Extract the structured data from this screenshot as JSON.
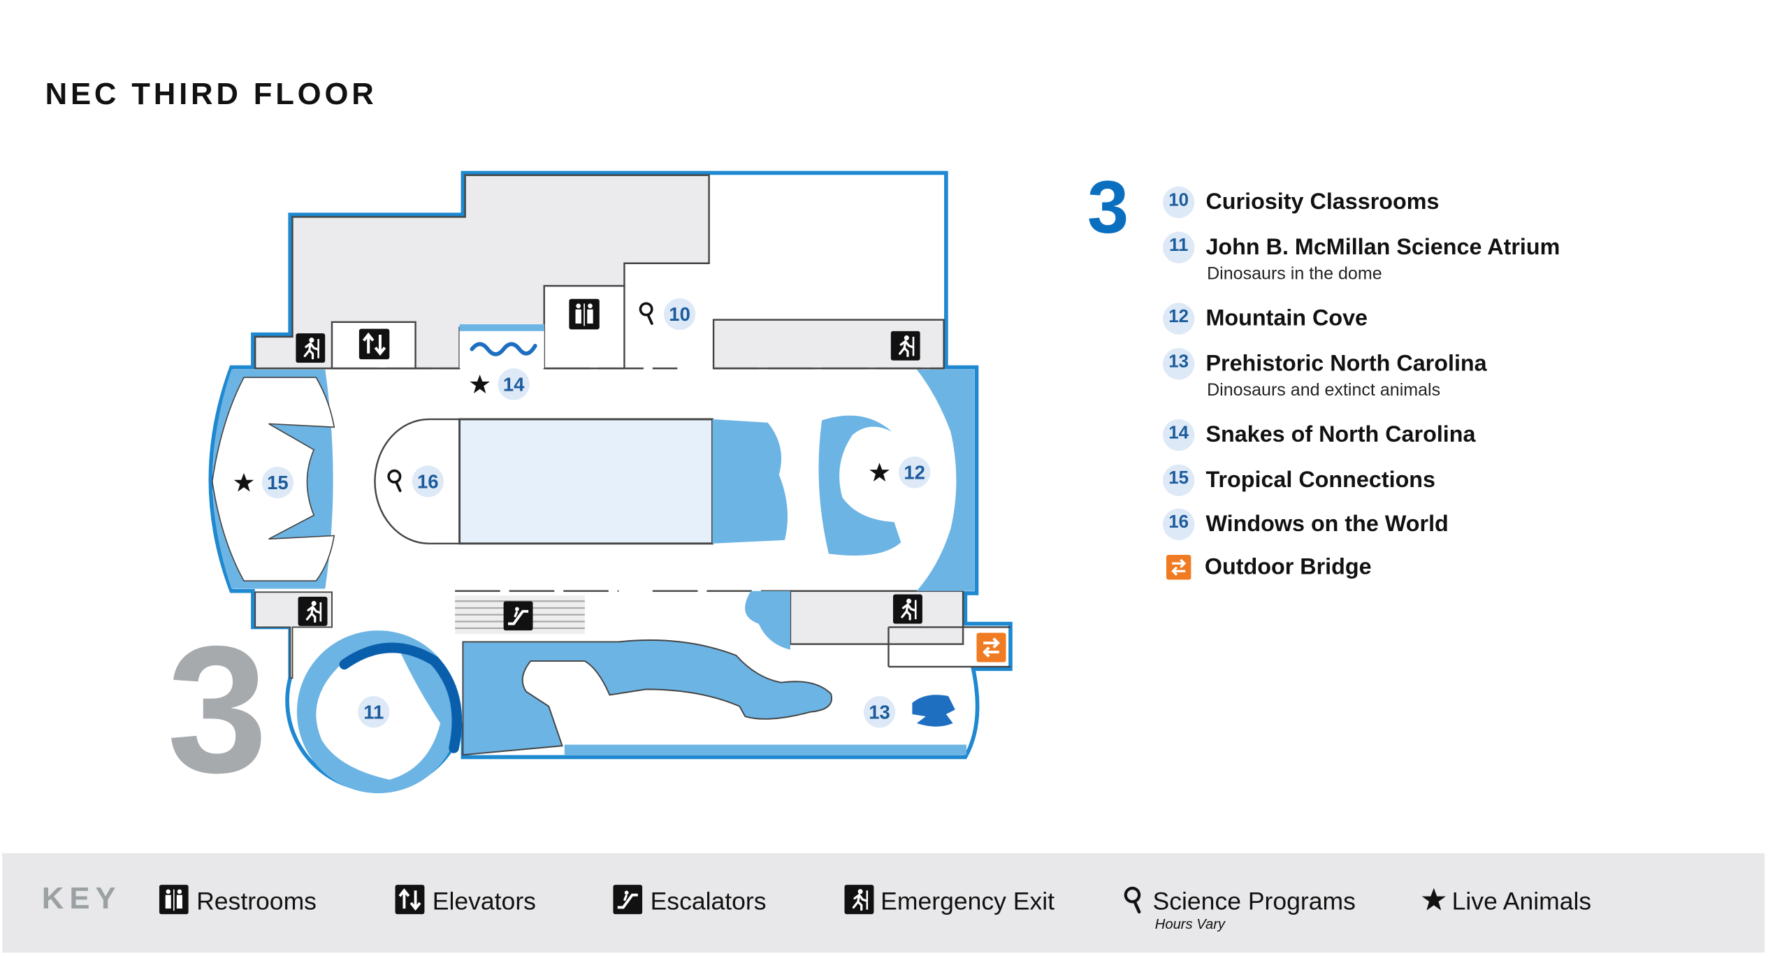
{
  "title": "NEC THIRD FLOOR",
  "floor_number": "3",
  "colors": {
    "outline": "#1e88d0",
    "water": "#6cb4e4",
    "room_gray": "#ebebed",
    "badge_bg": "#dde9f6",
    "badge_text": "#1c5b9c",
    "bridge": "#f07b22",
    "floor_number": "#0b6fbf"
  },
  "map_labels": {
    "n10": "10",
    "n11": "11",
    "n12": "12",
    "n13": "13",
    "n14": "14",
    "n15": "15",
    "n16": "16"
  },
  "legend": {
    "items": [
      {
        "num": "10",
        "name": "Curiosity Classrooms"
      },
      {
        "num": "11",
        "name": "John B. McMillan Science Atrium",
        "sub": "Dinosaurs in the dome"
      },
      {
        "num": "12",
        "name": "Mountain Cove"
      },
      {
        "num": "13",
        "name": "Prehistoric North Carolina",
        "sub": "Dinosaurs and extinct animals"
      },
      {
        "num": "14",
        "name": "Snakes of North Carolina"
      },
      {
        "num": "15",
        "name": "Tropical Connections"
      },
      {
        "num": "16",
        "name": "Windows on the World"
      }
    ],
    "bridge": {
      "icon": "outdoor-bridge-icon",
      "name": "Outdoor Bridge"
    }
  },
  "key": {
    "label": "KEY",
    "items": [
      {
        "icon": "restroom-icon",
        "label": "Restrooms"
      },
      {
        "icon": "elevator-icon",
        "label": "Elevators"
      },
      {
        "icon": "escalator-icon",
        "label": "Escalators"
      },
      {
        "icon": "emergency-exit-icon",
        "label": "Emergency Exit"
      },
      {
        "icon": "magnifier-icon",
        "label": "Science Programs",
        "sub": "Hours Vary"
      },
      {
        "icon": "star-icon",
        "label": "Live Animals"
      }
    ]
  }
}
